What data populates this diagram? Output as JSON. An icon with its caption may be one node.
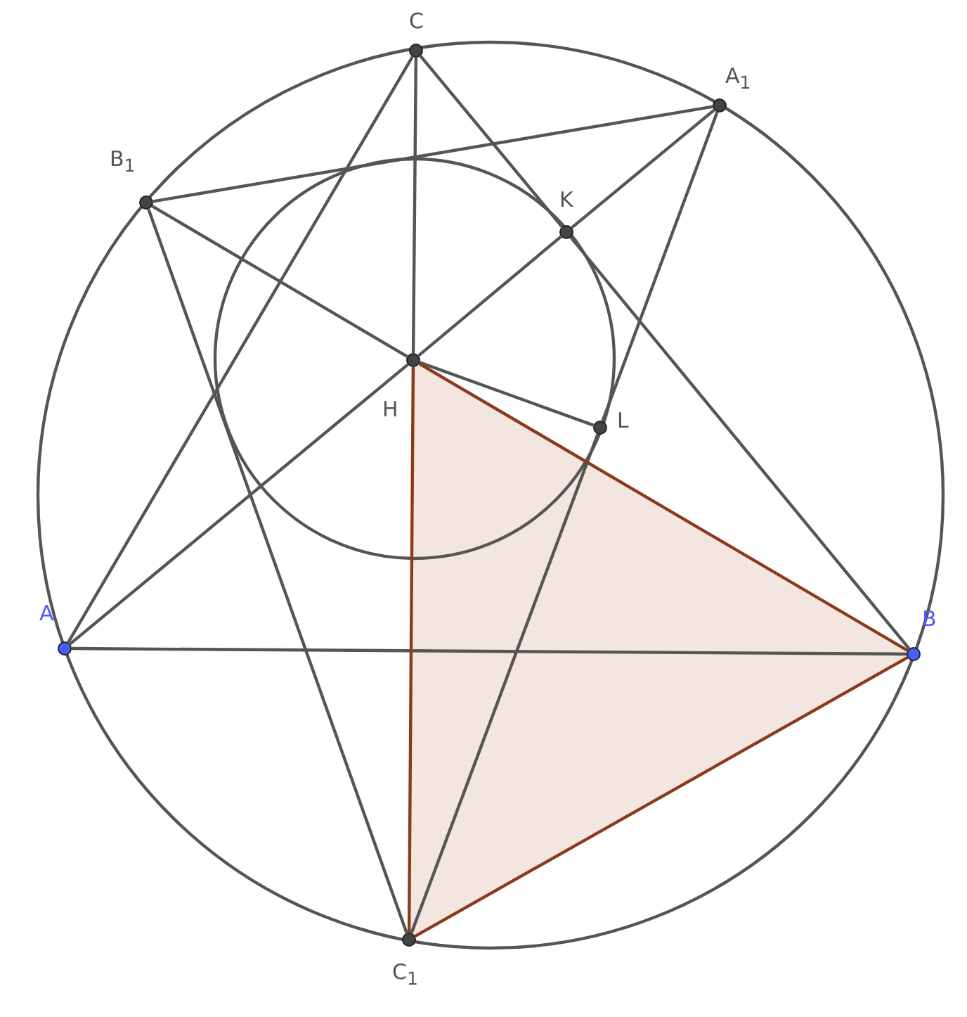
{
  "diagram": {
    "nodes": [
      {
        "text": [
          "C"
        ]
      },
      {
        "text": [
          "A$_{1}$"
        ]
      },
      {
        "text": [
          "B$_{1}$"
        ]
      },
      {
        "text": [
          "K"
        ]
      },
      {
        "text": [
          "H"
        ]
      },
      {
        "text": [
          "L"
        ]
      },
      {
        "text": [
          "A"
        ]
      },
      {
        "text": [
          "B"
        ]
      },
      {
        "text": [
          "C$_{1}$"
        ]
      }
    ],
    "edges": [
      {
        "from": 0,
        "to": 6,
        "arrow": "none"
      },
      {
        "from": 0,
        "to": 4,
        "arrow": "none"
      },
      {
        "from": 0,
        "to": 3,
        "arrow": "none"
      },
      {
        "from": 3,
        "to": 7,
        "arrow": "none"
      },
      {
        "from": 2,
        "to": 1,
        "arrow": "none"
      },
      {
        "from": 2,
        "to": 4,
        "arrow": "none"
      },
      {
        "from": 4,
        "to": 5,
        "arrow": "none"
      },
      {
        "from": 2,
        "to": 8,
        "arrow": "none"
      },
      {
        "from": 6,
        "to": 4,
        "arrow": "none"
      },
      {
        "from": 4,
        "to": 3,
        "arrow": "none"
      },
      {
        "from": 3,
        "to": 1,
        "arrow": "none"
      },
      {
        "from": 1,
        "to": 5,
        "arrow": "none"
      },
      {
        "from": 5,
        "to": 8,
        "arrow": "none"
      },
      {
        "from": 6,
        "to": 7,
        "arrow": "none"
      },
      {
        "from": 4,
        "to": 8,
        "arrow": "none",
        "color": "#8b3a1a"
      },
      {
        "from": 4,
        "to": 7,
        "arrow": "none",
        "color": "#8b3a1a"
      },
      {
        "from": 7,
        "to": 8,
        "arrow": "none",
        "color": "#8b3a1a"
      }
    ]
  }
}
